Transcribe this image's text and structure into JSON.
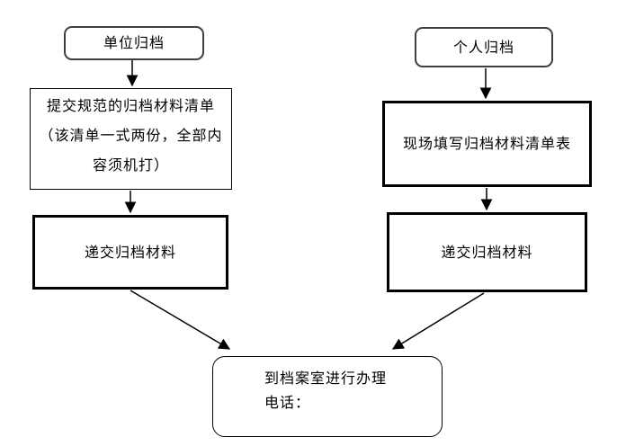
{
  "diagram": {
    "type": "flowchart",
    "background_color": "#ffffff",
    "line_color": "#000000",
    "nodes": {
      "unit_start": {
        "label": "单位归档",
        "shape": "rounded"
      },
      "submit_list": {
        "label": "提交规范的归档材料清单\n（该清单一式两份，全部内\n容须机打）",
        "shape": "rect-thin"
      },
      "submit_left": {
        "label": "递交归档材料",
        "shape": "rect-thick"
      },
      "personal_start": {
        "label": "个人归档",
        "shape": "rounded"
      },
      "fill_form": {
        "label": "现场填写归档材料清单表",
        "shape": "rect-thick"
      },
      "submit_right": {
        "label": "递交归档材料",
        "shape": "rect-thick"
      },
      "office": {
        "label": "到档案室进行办理\n电话：",
        "shape": "rounded"
      }
    },
    "edges": [
      {
        "from": "unit_start",
        "to": "submit_list"
      },
      {
        "from": "submit_list",
        "to": "submit_left"
      },
      {
        "from": "personal_start",
        "to": "fill_form"
      },
      {
        "from": "fill_form",
        "to": "submit_right"
      },
      {
        "from": "submit_left",
        "to": "office"
      },
      {
        "from": "submit_right",
        "to": "office"
      }
    ]
  }
}
